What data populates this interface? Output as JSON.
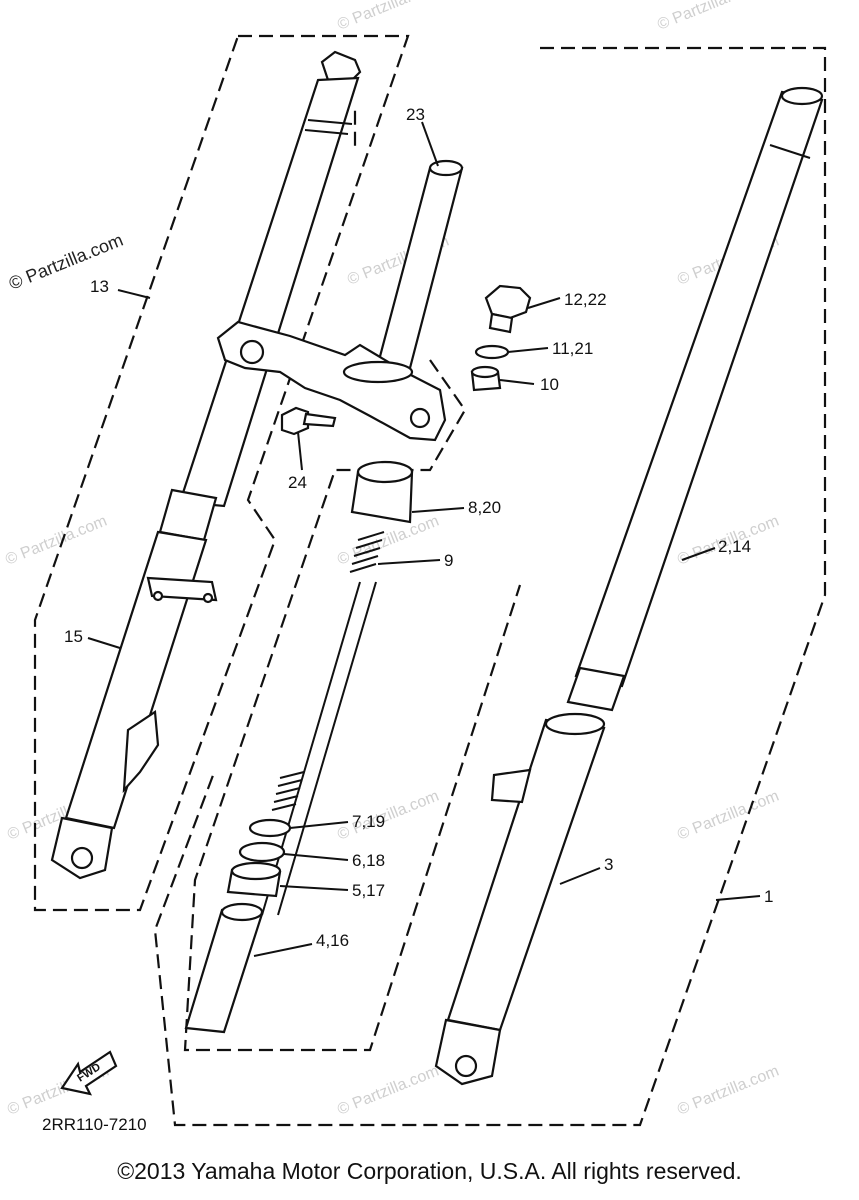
{
  "watermarks": {
    "primary": "© Partzilla.com",
    "faint": "© Partzilla.com"
  },
  "labels": {
    "l23": "23",
    "l13": "13",
    "l12_22": "12,22",
    "l11_21": "11,21",
    "l10": "10",
    "l24": "24",
    "l8_20": "8,20",
    "l9": "9",
    "l2_14": "2,14",
    "l15": "15",
    "l7_19": "7,19",
    "l6_18": "6,18",
    "l5_17": "5,17",
    "l3": "3",
    "l1": "1",
    "l4_16": "4,16",
    "fwd": "FWD",
    "code": "2RR110-7210"
  },
  "copyright": "©2013  Yamaha Motor Corporation, U.S.A. All rights reserved."
}
